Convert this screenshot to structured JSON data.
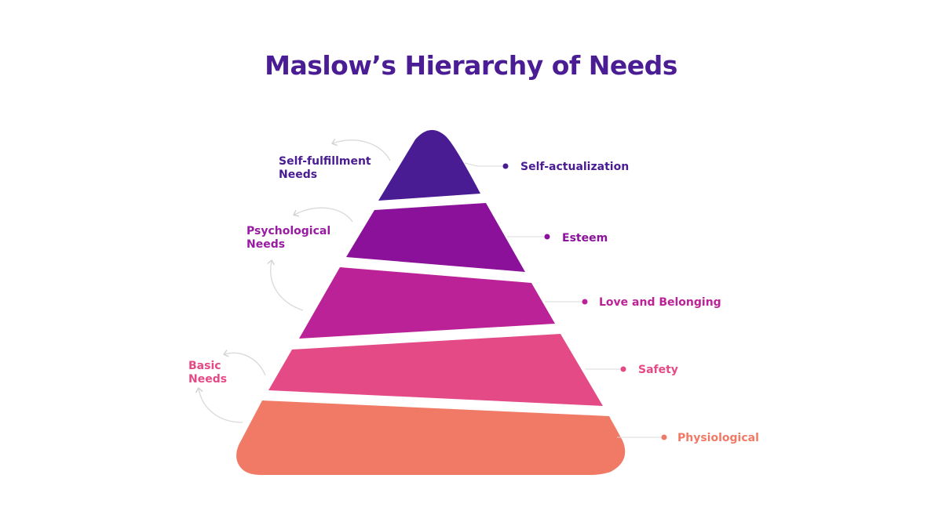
{
  "title": "Maslow’s Hierarchy of Needs",
  "colors": {
    "title": "#4a1d94",
    "arrow": "#d9d9d9"
  },
  "levels": [
    {
      "label": "Self-actualization",
      "color": "#4a1c94"
    },
    {
      "label": "Esteem",
      "color": "#8b119b"
    },
    {
      "label": "Love and Belonging",
      "color": "#bc2297"
    },
    {
      "label": "Safety",
      "color": "#e44a86"
    },
    {
      "label": "Physiological",
      "color": "#f07a66"
    }
  ],
  "groups": [
    {
      "lines": [
        "Self-fulfillment",
        "Needs"
      ],
      "color": "#4a1c94"
    },
    {
      "lines": [
        "Psychological",
        "Needs"
      ],
      "color": "#9a1ba3"
    },
    {
      "lines": [
        "Basic",
        "Needs"
      ],
      "color": "#e44a86"
    }
  ]
}
